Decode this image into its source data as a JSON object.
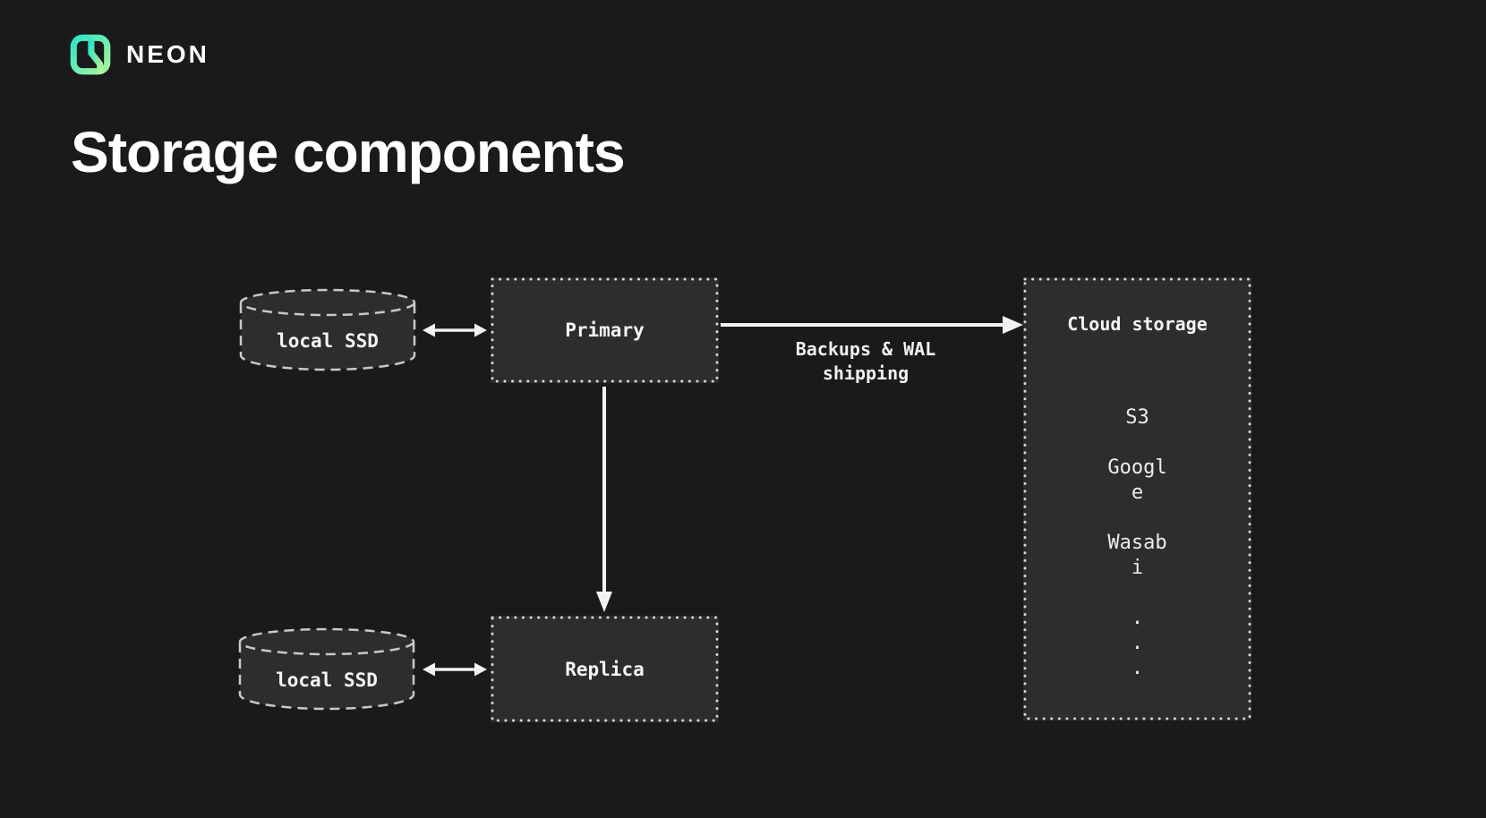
{
  "brand": {
    "wordmark": "NEON",
    "logo_icon": "neon-logomark",
    "logo_gradient_start": "#2ee6c8",
    "logo_gradient_end": "#a8f49b"
  },
  "title": "Storage components",
  "colors": {
    "background": "#1a1a1c",
    "node_fill": "#2d2d2d",
    "dotted_border": "#d6d6d6",
    "dashed_border": "#c9c9c9",
    "arrow": "#f2f2f2",
    "text": "#f5f5f5"
  },
  "nodes": {
    "local_ssd_primary": {
      "label": "local SSD",
      "shape": "cylinder"
    },
    "primary": {
      "label": "Primary",
      "shape": "dotted-box"
    },
    "local_ssd_replica": {
      "label": "local SSD",
      "shape": "cylinder"
    },
    "replica": {
      "label": "Replica",
      "shape": "dotted-box"
    },
    "cloud_storage": {
      "title": "Cloud storage",
      "shape": "dotted-box",
      "items": [
        "S3",
        "Google",
        "Wasabi",
        ".",
        ".",
        "."
      ]
    }
  },
  "edges": {
    "ssd_primary": {
      "type": "double-arrow"
    },
    "primary_to_cloud": {
      "type": "arrow",
      "label": "Backups & WAL shipping"
    },
    "primary_to_replica": {
      "type": "arrow-down"
    },
    "ssd_replica": {
      "type": "double-arrow"
    }
  }
}
